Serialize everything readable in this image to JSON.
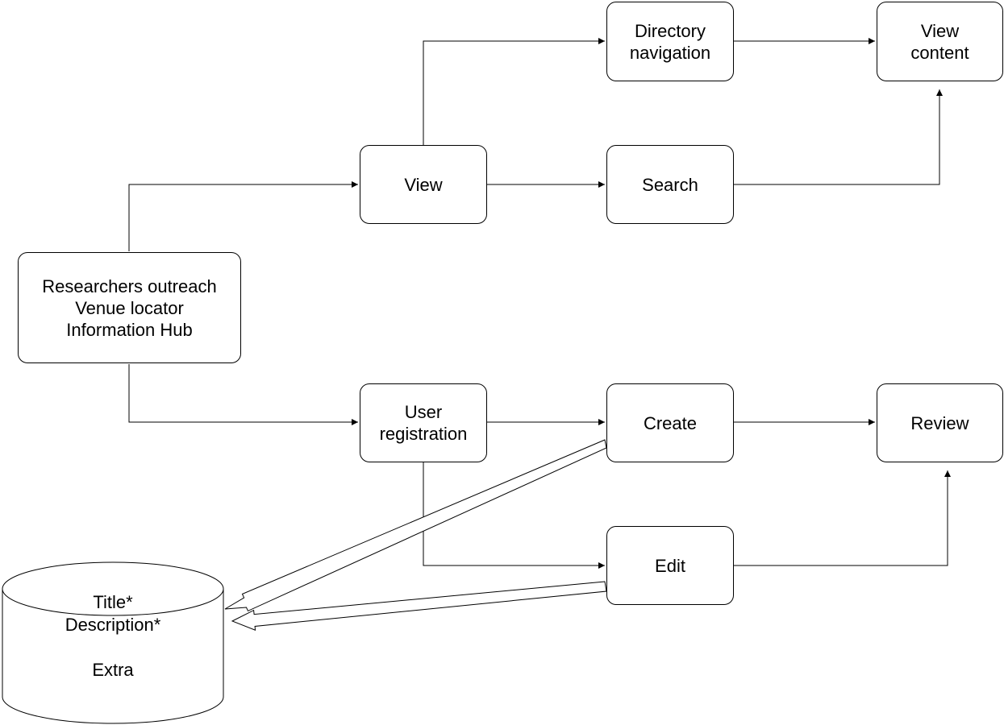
{
  "nodes": {
    "hub": {
      "lines": [
        "Researchers outreach",
        "Venue locator",
        "Information Hub"
      ]
    },
    "view": {
      "lines": [
        "View"
      ]
    },
    "directory_navigation": {
      "lines": [
        "Directory",
        "navigation"
      ]
    },
    "view_content": {
      "lines": [
        "View",
        "content"
      ]
    },
    "search": {
      "lines": [
        "Search"
      ]
    },
    "user_registration": {
      "lines": [
        "User",
        "registration"
      ]
    },
    "create": {
      "lines": [
        "Create"
      ]
    },
    "review": {
      "lines": [
        "Review"
      ]
    },
    "edit": {
      "lines": [
        "Edit"
      ]
    }
  },
  "database": {
    "lines": [
      "Title*",
      "Description*",
      "",
      "Extra"
    ]
  },
  "colors": {
    "stroke": "#000000",
    "fill": "#ffffff"
  }
}
